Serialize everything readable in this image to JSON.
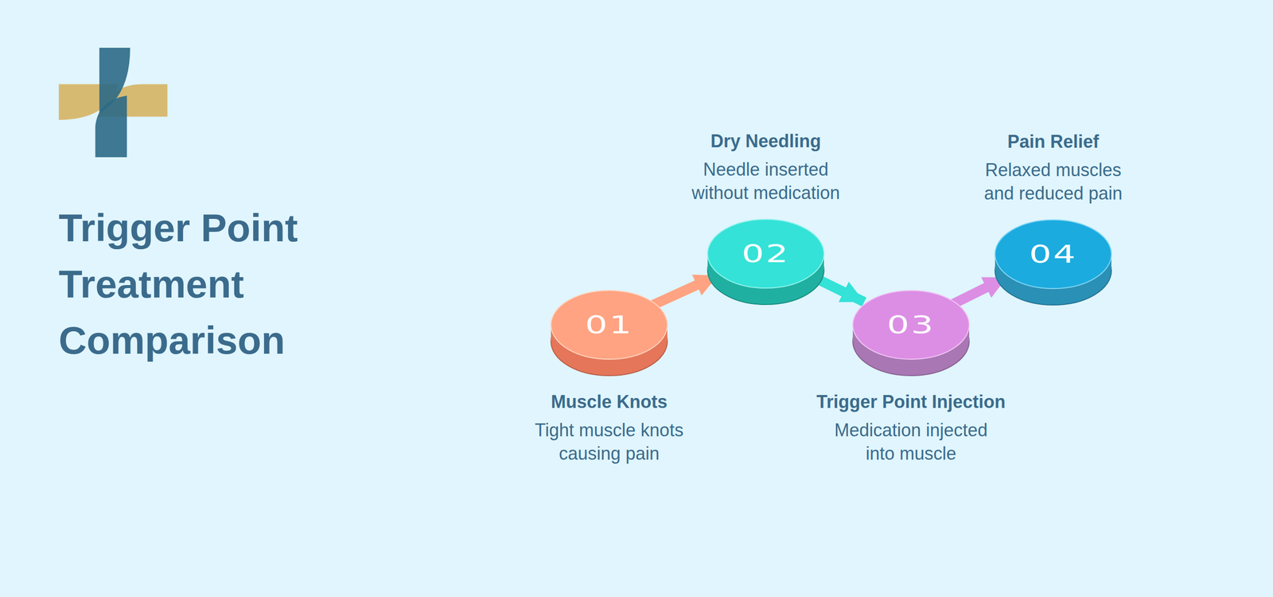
{
  "diagram": {
    "title": "Trigger Point Treatment Comparison",
    "nodes": [
      {
        "text": [
          "01",
          "Muscle Knots",
          "Tight muscle knots causing pain"
        ]
      },
      {
        "text": [
          "02",
          "Dry Needling",
          "Needle inserted without medication"
        ]
      },
      {
        "text": [
          "03",
          "Trigger Point Injection",
          "Medication injected into muscle"
        ]
      },
      {
        "text": [
          "04",
          "Pain Relief",
          "Relaxed muscles and reduced pain"
        ]
      }
    ],
    "edges": [
      {
        "from": 0,
        "to": 1,
        "arrow": "to"
      },
      {
        "from": 1,
        "to": 2,
        "arrow": "to"
      },
      {
        "from": 2,
        "to": 3,
        "arrow": "to"
      }
    ]
  }
}
